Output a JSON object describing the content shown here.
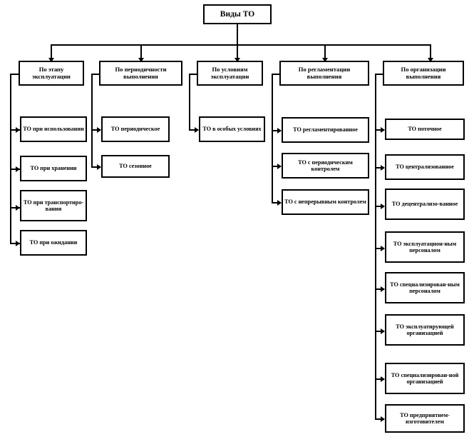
{
  "title": "Виды ТО",
  "root": {
    "label": "Виды ТО"
  },
  "categories": [
    {
      "id": "stage",
      "label": "По этапу эксплуатации"
    },
    {
      "id": "periodicity",
      "label": "По периодичности выполнения"
    },
    {
      "id": "conditions",
      "label": "По условиям эксплуатации"
    },
    {
      "id": "regulation",
      "label": "По регламентации выполнения"
    },
    {
      "id": "organization",
      "label": "По организации выполнения"
    }
  ],
  "branches": {
    "stage": [
      {
        "label": "ТО при использовании"
      },
      {
        "label": "ТО при хранении"
      },
      {
        "label": "ТО при транспортиро-вании"
      },
      {
        "label": "ТО при ожидании"
      }
    ],
    "periodicity": [
      {
        "label": "ТО периодическое"
      },
      {
        "label": "ТО сезонное"
      }
    ],
    "conditions": [
      {
        "label": "ТО в особых условиях"
      }
    ],
    "regulation": [
      {
        "label": "ТО регламентированное"
      },
      {
        "label": "ТО с периодическим контролем"
      },
      {
        "label": "ТО с непрерывным контролем"
      }
    ],
    "organization": [
      {
        "label": "ТО поточное"
      },
      {
        "label": "ТО централизованное"
      },
      {
        "label": "ТО децентрализо-ванное"
      },
      {
        "label": "ТО эксплуатацион-ным персоналом"
      },
      {
        "label": "ТО специализирован-ным персоналом"
      },
      {
        "label": "ТО эксплуатирующей организацией"
      },
      {
        "label": "ТО специализирован-ной организацией"
      },
      {
        "label": "ТО предприятием-изготовителем"
      }
    ]
  },
  "colors": {
    "line": "#000000",
    "box_border": "#000000",
    "background": "#ffffff"
  }
}
